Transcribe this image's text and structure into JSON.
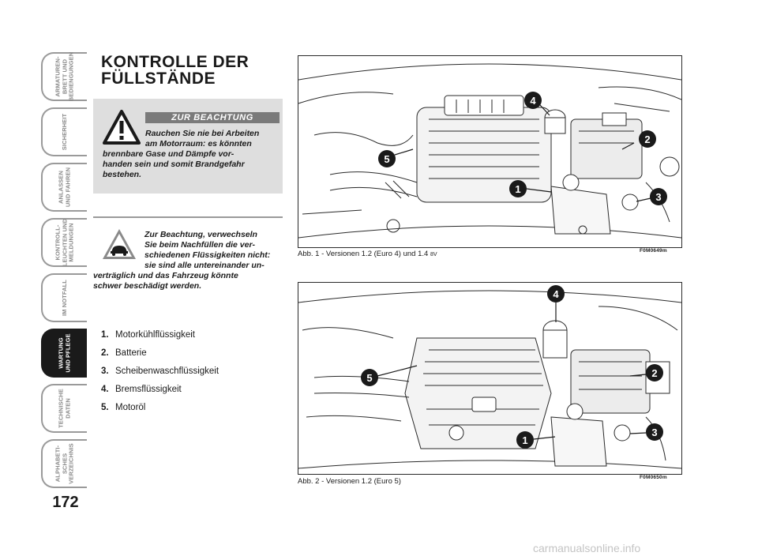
{
  "side_tabs": [
    {
      "label": "ARMATUREN-\nBRETT UND\nBEDIENGUNGEN",
      "active": false
    },
    {
      "label": "SICHERHEIT",
      "active": false
    },
    {
      "label": "ANLASSEN\nUND FAHREN",
      "active": false
    },
    {
      "label": "KONTROLL-\nLEUCHTEN UND\nMELDUNGEN",
      "active": false
    },
    {
      "label": "IM NOTFALL",
      "active": false
    },
    {
      "label": "WARTUNG\nUND PFLEGE",
      "active": true
    },
    {
      "label": "TECHNISCHE\nDATEN",
      "active": false
    },
    {
      "label": "ALPHABETI-\nSCHES\nVERZEICHNIS",
      "active": false
    }
  ],
  "page_number": "172",
  "title": {
    "line1": "KONTROLLE DER",
    "line2": "FÜLLSTÄNDE"
  },
  "warning": {
    "header": "ZUR BEACHTUNG",
    "lines": [
      "Rauchen Sie nie bei Arbeiten",
      "am Motorraum: es könnten",
      "brennbare Gase und Dämpfe vor-",
      "handen sein und somit Brandgefahr",
      "bestehen."
    ]
  },
  "caution": {
    "lines": [
      "Zur Beachtung, verwechseln",
      "Sie beim Nachfüllen die ver-",
      "schiedenen Flüssigkeiten nicht:",
      "sie sind alle untereinander un-",
      "verträglich und das Fahrzeug könnte",
      "schwer beschädigt werden."
    ]
  },
  "legend": [
    {
      "num": "1.",
      "text": "Motorkühlflüssigkeit"
    },
    {
      "num": "2.",
      "text": "Batterie"
    },
    {
      "num": "3.",
      "text": "Scheibenwaschflüssigkeit"
    },
    {
      "num": "4.",
      "text": "Bremsflüssigkeit"
    },
    {
      "num": "5.",
      "text": "Motoröl"
    }
  ],
  "figures": [
    {
      "caption_main": "Abb. 1 - Versionen 1.2 (Euro 4) und 1.4",
      "caption_small": "8V",
      "code": "F0M0649m",
      "callouts": [
        "4",
        "2",
        "5",
        "1",
        "3"
      ]
    },
    {
      "caption_main": "Abb. 2 - Versionen 1.2 (Euro 5)",
      "caption_small": "",
      "code": "F0M0650m",
      "callouts": [
        "4",
        "2",
        "5",
        "1",
        "3"
      ]
    }
  ],
  "footer": "carmanualsonline.info",
  "colors": {
    "tab_border": "#9a9a9a",
    "tab_active": "#1a1a1a",
    "box_bg": "#dedede",
    "header_bg": "#7a7a7a"
  }
}
